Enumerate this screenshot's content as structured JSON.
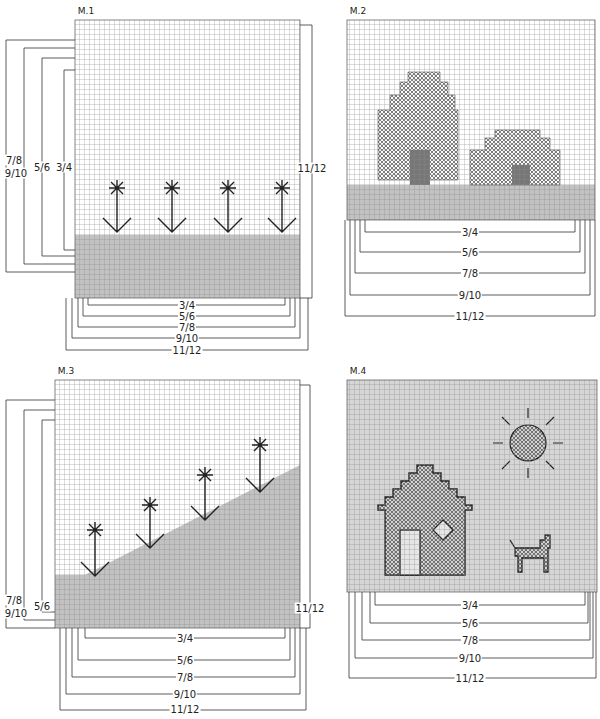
{
  "diagram": {
    "labels": [
      "M.1",
      "7/8",
      "9/10",
      "5/6",
      "3/4",
      "11/12",
      "3/4",
      "5/6",
      "7/8",
      "9/10",
      "11/12",
      "M.2",
      "3/4",
      "5/6",
      "7/8",
      "9/10",
      "11/12",
      "M.3",
      "7/8",
      "9/10",
      "5/6",
      "11/12",
      "3/4",
      "5/6",
      "7/8",
      "9/10",
      "11/12",
      "M.4",
      "3/4",
      "5/6",
      "7/8",
      "9/10",
      "11/12"
    ]
  }
}
